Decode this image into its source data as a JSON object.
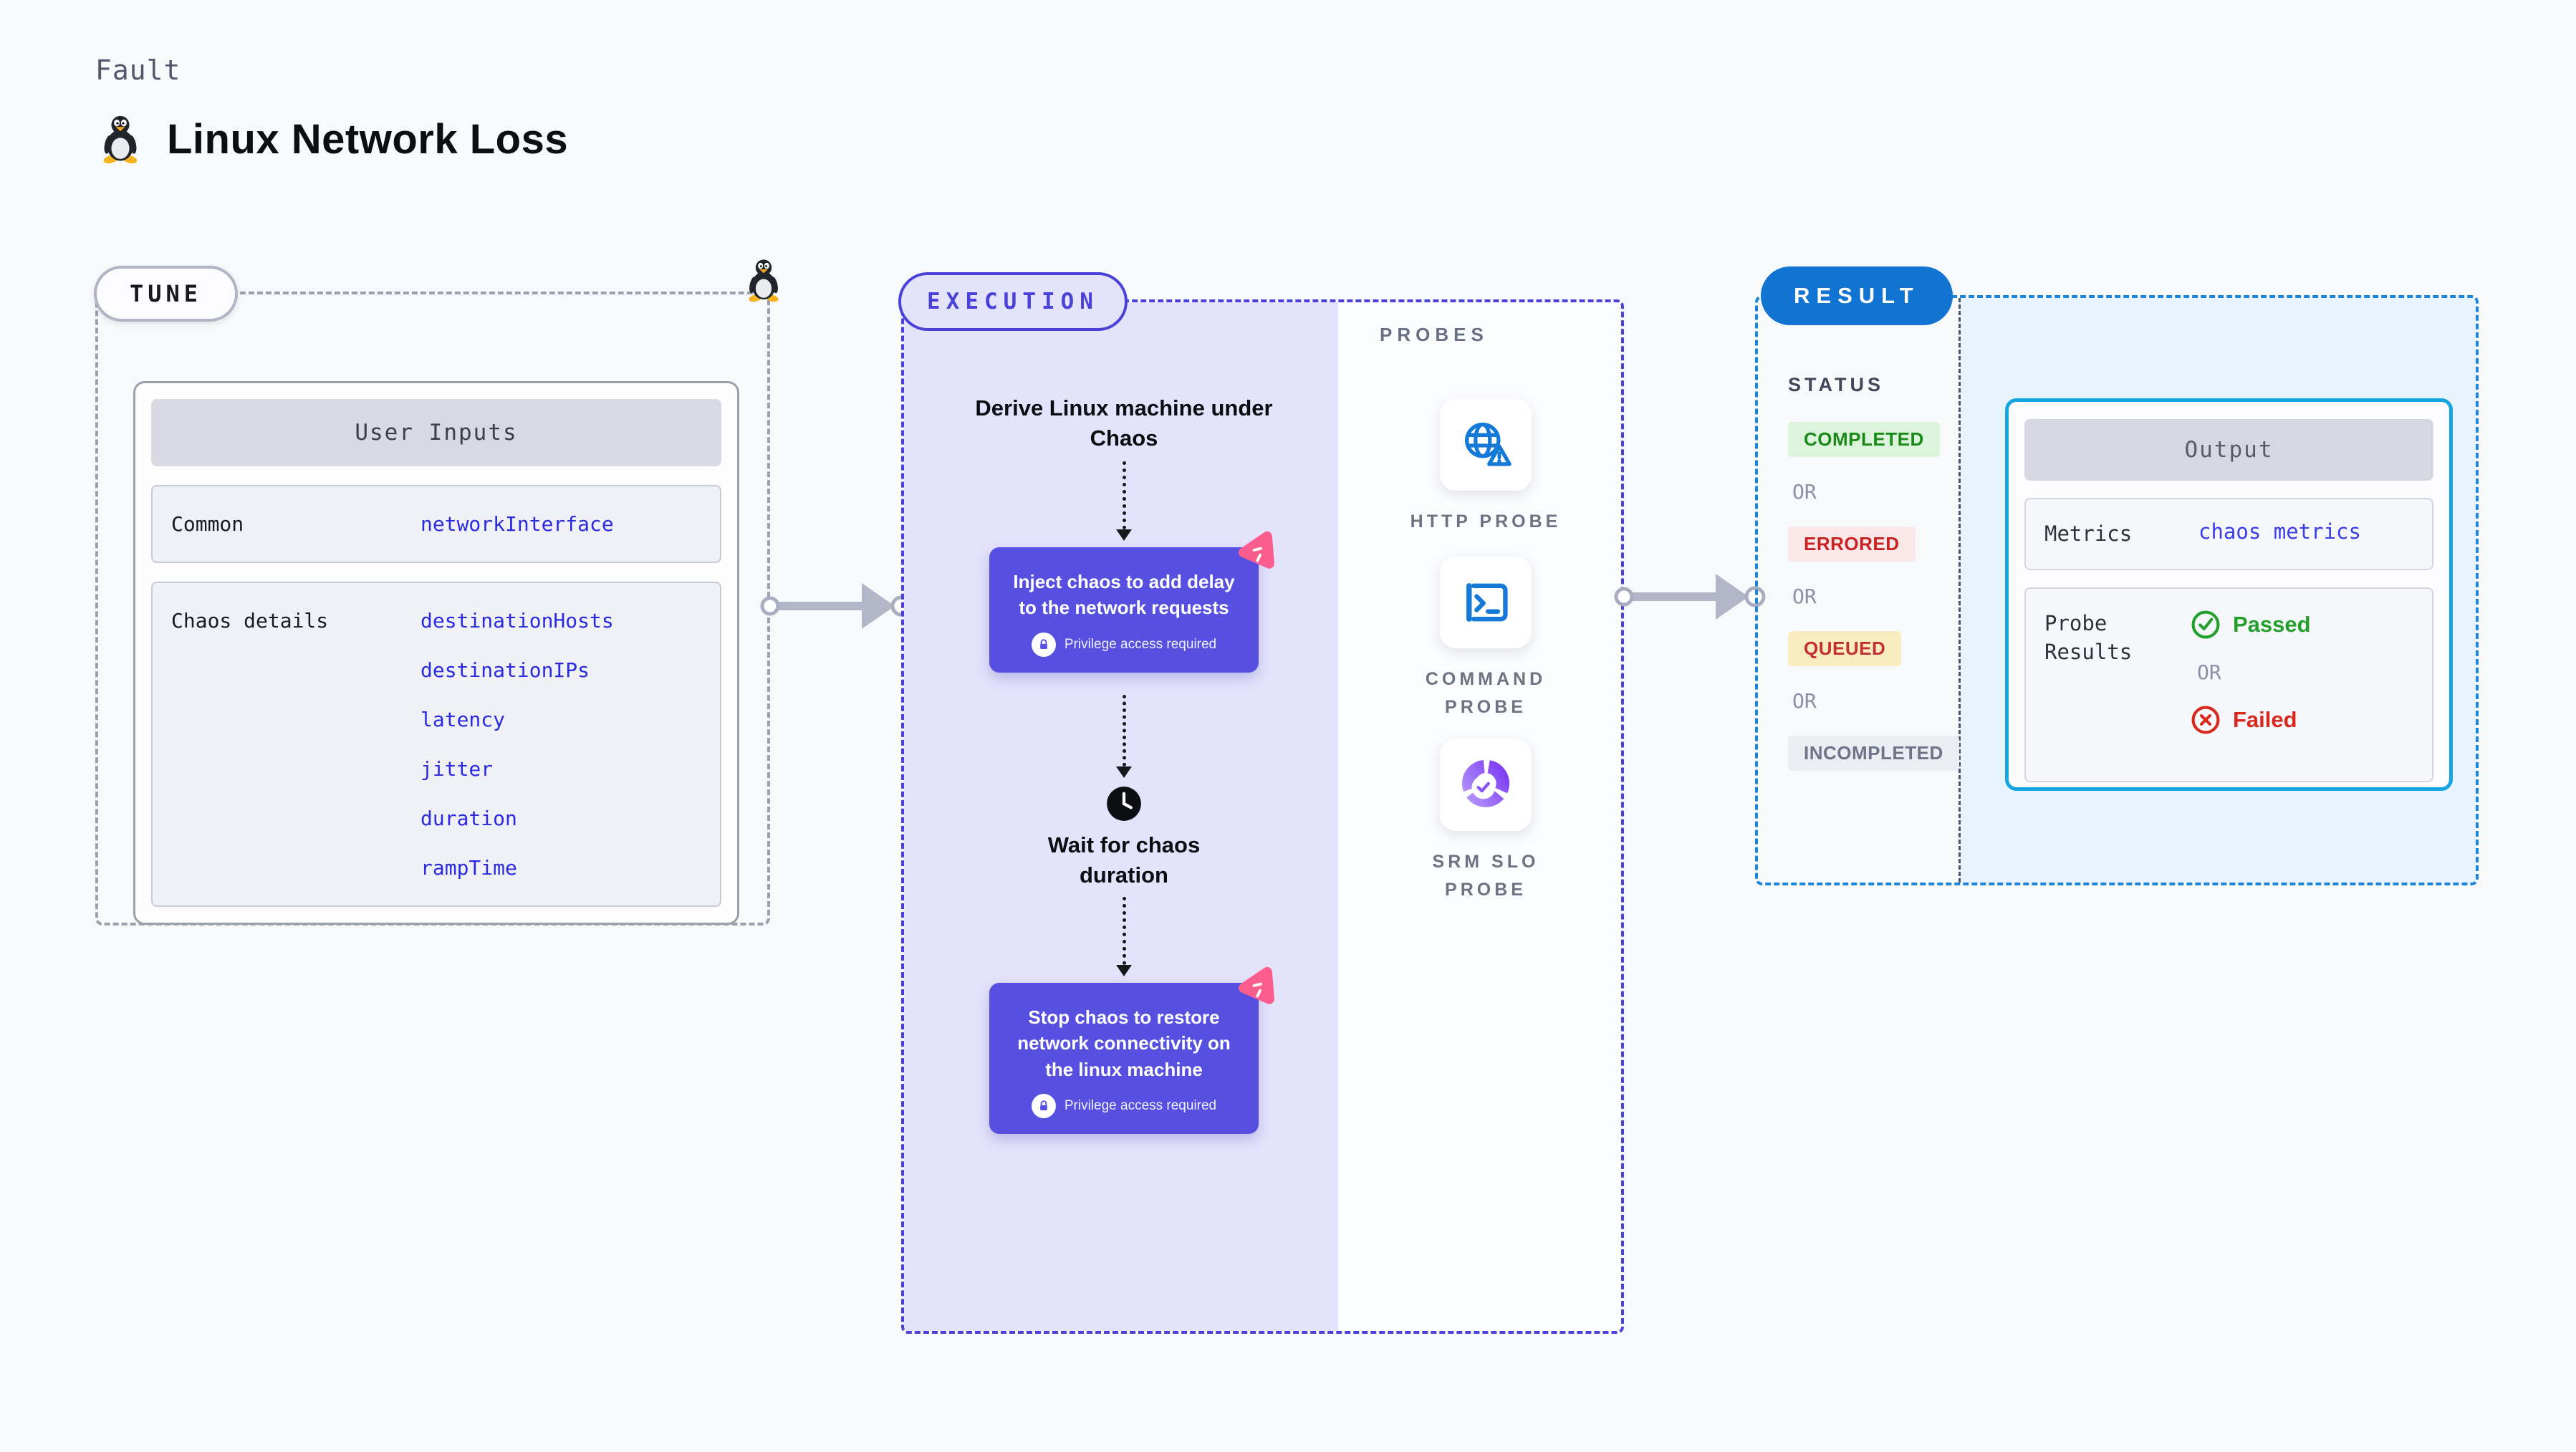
{
  "header": {
    "eyebrow": "Fault",
    "title": "Linux Network Loss",
    "icon": "linux-tux-icon"
  },
  "tune": {
    "badge": "TUNE",
    "corner_icon": "linux-tux-icon",
    "table": {
      "header": "User Inputs",
      "rows": [
        {
          "label": "Common",
          "values": [
            "networkInterface"
          ]
        },
        {
          "label": "Chaos details",
          "values": [
            "destinationHosts",
            "destinationIPs",
            "latency",
            "jitter",
            "duration",
            "rampTime"
          ]
        }
      ]
    }
  },
  "execution": {
    "badge": "EXECUTION",
    "steps": {
      "derive": "Derive Linux machine under Chaos",
      "inject": {
        "text": "Inject chaos to add delay to the network requests",
        "note": "Privilege access required",
        "marker_icon": "chaos-marker-icon",
        "note_icon": "lock-icon"
      },
      "wait": {
        "text": "Wait for chaos duration",
        "icon": "clock-icon"
      },
      "stop": {
        "text": "Stop chaos to restore network connectivity on the linux machine",
        "note": "Privilege access required",
        "marker_icon": "chaos-marker-icon",
        "note_icon": "lock-icon"
      }
    },
    "probes": {
      "label": "PROBES",
      "items": [
        {
          "name": "HTTP PROBE",
          "icon": "globe-alert-icon"
        },
        {
          "name": "COMMAND PROBE",
          "icon": "terminal-icon"
        },
        {
          "name": "SRM SLO PROBE",
          "icon": "slo-donut-check-icon"
        }
      ]
    }
  },
  "result": {
    "badge": "RESULT",
    "status": {
      "label": "STATUS",
      "or": "OR",
      "items": [
        {
          "text": "COMPLETED",
          "state": "completed"
        },
        {
          "text": "ERRORED",
          "state": "errored"
        },
        {
          "text": "QUEUED",
          "state": "queued"
        },
        {
          "text": "INCOMPLETED",
          "state": "incompleted"
        }
      ]
    },
    "output": {
      "header": "Output",
      "metrics": {
        "label": "Metrics",
        "value": "chaos metrics"
      },
      "probe_results": {
        "label": "Probe Results",
        "passed": "Passed",
        "or": "OR",
        "failed": "Failed",
        "passed_icon": "check-circle-icon",
        "failed_icon": "x-circle-icon"
      }
    }
  },
  "colors": {
    "page_background": "#f7f9fb",
    "tune_dash": "#9aa0ad",
    "execution_accent": "#4a42d8",
    "execution_fill": "#e5e3fb",
    "action_box": "#574fe0",
    "chaos_marker_pink": "#fb5d8e",
    "result_dash": "#1d86da",
    "result_fill": "#e8f4fb",
    "result_badge": "#1173d2",
    "output_border": "#16a5e0",
    "probe_icon_blue": "#1479d7",
    "value_blue": "#2a2be0",
    "status_completed": "#1b8a1b",
    "status_errored": "#c92222",
    "status_queued": "#c43030",
    "status_incompleted": "#6f7488",
    "passed_green": "#23a02c",
    "failed_red": "#d9281c",
    "arrow_gray": "#b2b6c6"
  }
}
